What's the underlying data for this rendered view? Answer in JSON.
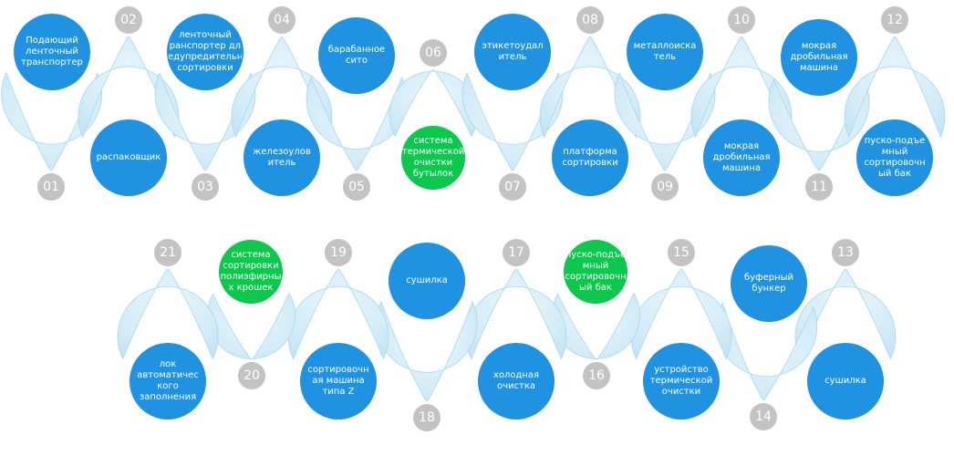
{
  "colors": {
    "drop_outer": "#d3ecf8",
    "drop_inner": "#c4e4f5",
    "drop_edge": "#a8d8ef",
    "circle_blue": "#1f93e2",
    "circle_green": "#0cc94d",
    "circle_ring": "#ffffff",
    "badge_fill": "#c3c3c3",
    "badge_ring": "#ffffff",
    "badge_text": "#ffffff"
  },
  "steps": [
    {
      "num": "01",
      "label": "Подающий\nленточный\nтранспортер",
      "color": "blue"
    },
    {
      "num": "02",
      "label": "распаковщик",
      "color": "blue"
    },
    {
      "num": "03",
      "label": "ленточный\nтранспортер для\nпредупредительной\nсортировки",
      "color": "blue"
    },
    {
      "num": "04",
      "label": "железоулов\nитель",
      "color": "blue"
    },
    {
      "num": "05",
      "label": "барабанное\nсито",
      "color": "blue"
    },
    {
      "num": "06",
      "label": "система\nтермической\nочистки\nбутылок",
      "color": "green"
    },
    {
      "num": "07",
      "label": "этикетоудал\nитель",
      "color": "blue"
    },
    {
      "num": "08",
      "label": "платформа\nсортировки",
      "color": "blue"
    },
    {
      "num": "09",
      "label": "металлоиска\nтель",
      "color": "blue"
    },
    {
      "num": "10",
      "label": "мокрая\nдробильная\nмашина",
      "color": "blue"
    },
    {
      "num": "11",
      "label": "мокрая\nдробильная\nмашина",
      "color": "blue"
    },
    {
      "num": "12",
      "label": "пуско-подъе\nмный\nсортировочн\nый бак",
      "color": "blue"
    },
    {
      "num": "13",
      "label": "сушилка",
      "color": "blue"
    },
    {
      "num": "14",
      "label": "буферный\nбункер",
      "color": "blue"
    },
    {
      "num": "15",
      "label": "устройство\nтермической\nочистки",
      "color": "blue"
    },
    {
      "num": "16",
      "label": "пуско-подъе\nмный\nсортировочн\nый бак",
      "color": "green"
    },
    {
      "num": "17",
      "label": "холодная\nочистка",
      "color": "blue"
    },
    {
      "num": "18",
      "label": "сушилка",
      "color": "blue"
    },
    {
      "num": "19",
      "label": "сортировочн\nая машина\nтипа Z",
      "color": "blue"
    },
    {
      "num": "20",
      "label": "система\nсортировки\nполиэфирны\nх крошек",
      "color": "green"
    },
    {
      "num": "21",
      "label": "лок\nавтоматичес\nкого\nзаполнения",
      "color": "blue"
    }
  ]
}
